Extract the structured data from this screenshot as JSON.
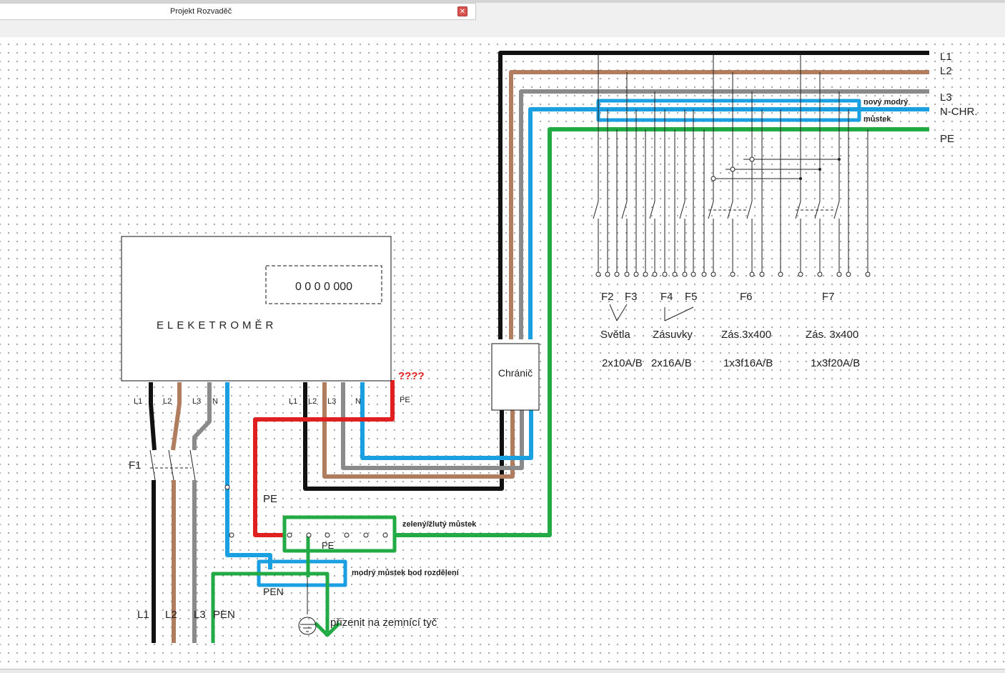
{
  "window": {
    "tab_title": "Projekt Rozvaděč",
    "close_glyph": "✕"
  },
  "meter": {
    "label": "ELEKETROMĚR",
    "display": "0 0 0 0 000",
    "bottom_left": [
      "L1",
      "L2",
      "L3",
      "N"
    ],
    "bottom_right": [
      "L1",
      "L2",
      "L3",
      "N",
      "PE"
    ]
  },
  "bus": {
    "labels": [
      "L1",
      "L2",
      "L3",
      "N-CHR.",
      "PE"
    ],
    "blue_bridge_label_1": "nový modrý",
    "blue_bridge_label_2": "můstek"
  },
  "rcd_label": "Chránič",
  "breakers": {
    "names": [
      "F2",
      "F3",
      "F4",
      "F5",
      "F6",
      "F7"
    ],
    "group_svetla": "Světla",
    "group_zasuvky": "Zásuvky",
    "group_zas1": "Zás.3x400",
    "group_zas2": "Zás. 3x400",
    "rating_1": "2x10A/B",
    "rating_2": "2x16A/B",
    "rating_3": "1x3f16A/B",
    "rating_4": "1x3f20A/B"
  },
  "left": {
    "f1": "F1",
    "bottom_l1": "L1",
    "bottom_l2": "L2",
    "bottom_l3": "L3",
    "bottom_pen": "PEN",
    "pe_label": "PE",
    "question": "????"
  },
  "bridges": {
    "green_label": "zelený/žlutý můstek",
    "pe": "PE",
    "blue_label": "modrý můstek bod rozdělení",
    "pen": "PEN",
    "ground_note": "přizenit na zemnící tyč"
  },
  "colors": {
    "black": "#111111",
    "brown": "#b07e5e",
    "gray": "#8a8a8a",
    "blue": "#1a9fe0",
    "green": "#22aa44",
    "red": "#e02020"
  }
}
